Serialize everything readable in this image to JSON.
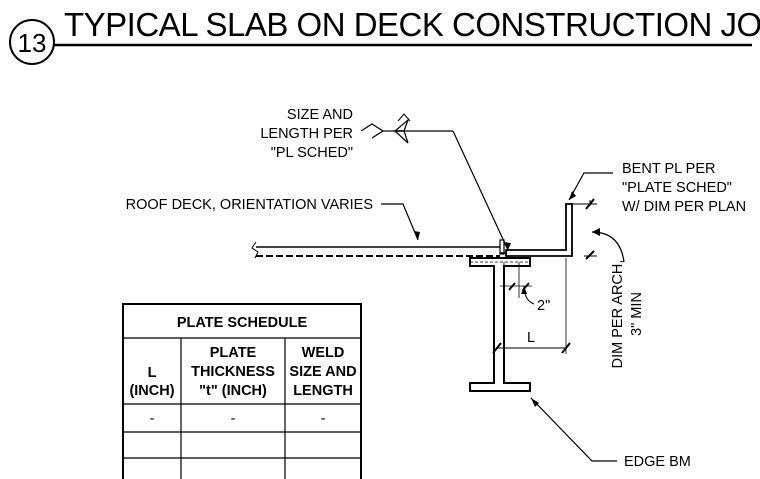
{
  "detail": {
    "number": "13",
    "title": "TYPICAL SLAB ON DECK CONSTRUCTION JOINT"
  },
  "labels": {
    "size_length": [
      "SIZE AND",
      "LENGTH PER",
      "\"PL SCHED\""
    ],
    "bent_plate": [
      "BENT PL PER",
      "\"PLATE SCHED\"",
      "W/ DIM PER PLAN"
    ],
    "roof_deck": "ROOF DECK, ORIENTATION VARIES",
    "dim_arch": [
      "DIM PER ARCH,",
      "3\" MIN"
    ],
    "dim_2in": "2\"",
    "dim_L": "L",
    "edge_beam": "EDGE BM"
  },
  "plate_schedule": {
    "title": "PLATE SCHEDULE",
    "columns": [
      [
        "L",
        "(INCH)"
      ],
      [
        "PLATE",
        "THICKNESS",
        "\"t\" (INCH)"
      ],
      [
        "WELD",
        "SIZE AND",
        "LENGTH"
      ]
    ],
    "rows": [
      [
        "-",
        "-",
        "-"
      ],
      [
        "",
        "",
        ""
      ],
      [
        "",
        "",
        ""
      ]
    ]
  }
}
